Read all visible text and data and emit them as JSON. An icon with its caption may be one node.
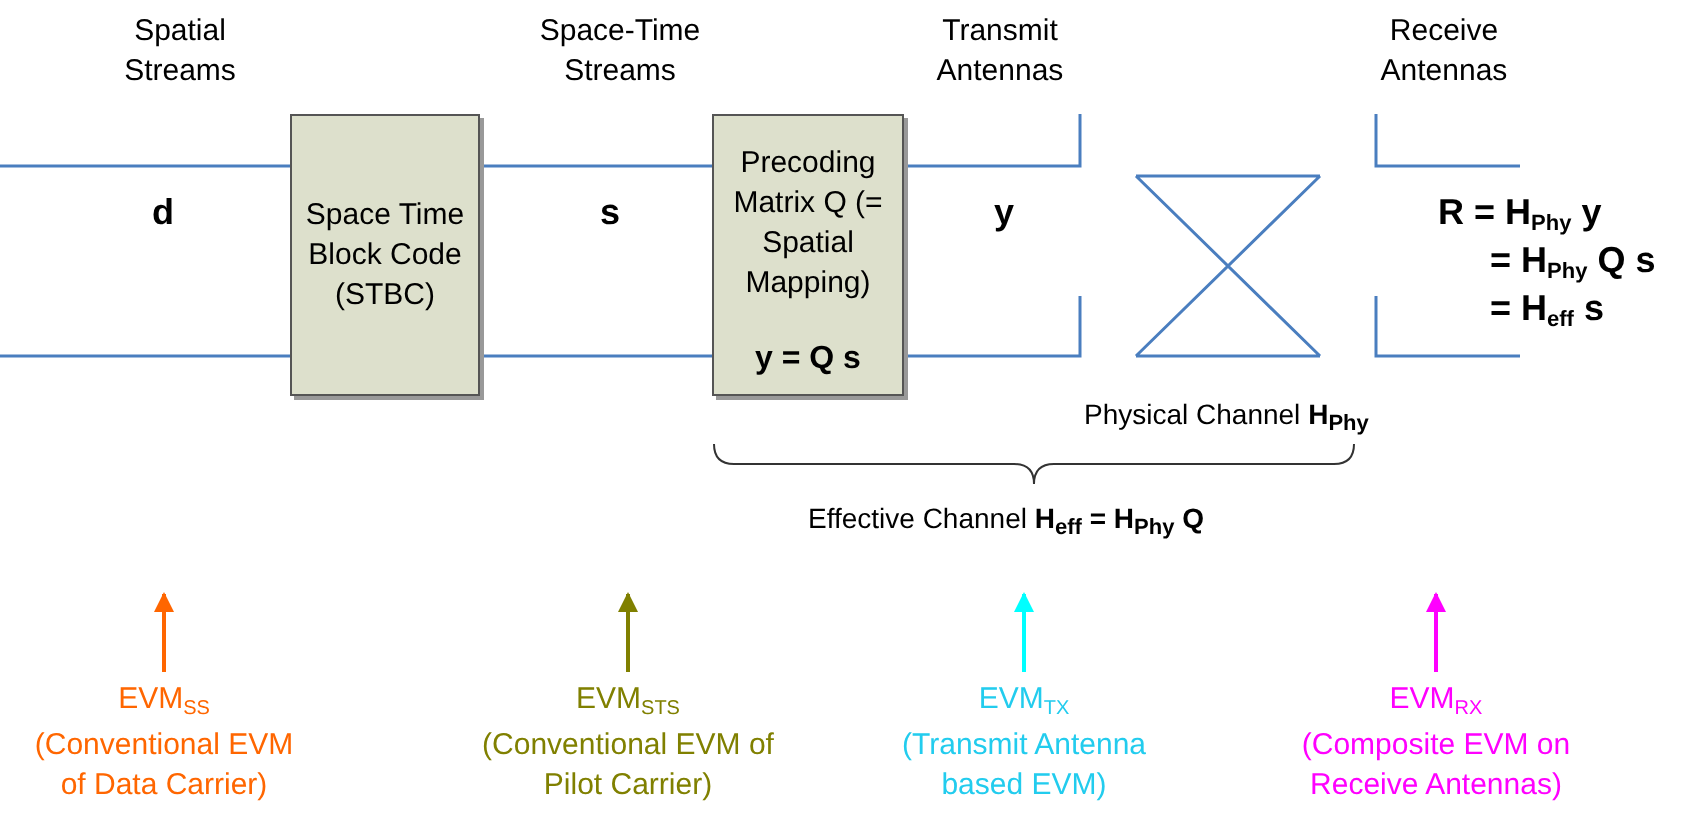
{
  "diagram": {
    "nodes": [
      {
        "text": [
          "Space Time Block Code (STBC)"
        ]
      },
      {
        "text": [
          "Precoding Matrix Q (= Spatial Mapping)",
          "y = Q s"
        ]
      },
      {
        "text": [
          "EVM$_{SS}$",
          "(Conventional EVM of Data Carrier)"
        ]
      },
      {
        "text": [
          "EVM$_{STS}$",
          "(Conventional EVM of Pilot Carrier)"
        ]
      },
      {
        "text": [
          "EVM$_{TX}$",
          "(Transmit Antenna based EVM)"
        ]
      },
      {
        "text": [
          "EVM$_{RX}$",
          "(Composite EVM on Receive Antennas)"
        ]
      }
    ],
    "edges": [
      {
        "from": null,
        "to": 0,
        "arrow": "none"
      },
      {
        "from": null,
        "to": 0,
        "arrow": "none"
      },
      {
        "from": 0,
        "to": 1,
        "arrow": "none"
      },
      {
        "from": 0,
        "to": 1,
        "arrow": "none"
      },
      {
        "from": 1,
        "to": null,
        "arrow": "none"
      },
      {
        "from": 1,
        "to": null,
        "arrow": "none"
      },
      {
        "from": 2,
        "to": null,
        "arrow": "to",
        "color": "#ff6600"
      },
      {
        "from": 3,
        "to": null,
        "arrow": "to",
        "color": "#808000"
      },
      {
        "from": 4,
        "to": null,
        "arrow": "to",
        "color": "#00ffff"
      },
      {
        "from": 5,
        "to": null,
        "arrow": "to",
        "color": "#ff00ff"
      }
    ],
    "labels": [
      "Spatial Streams",
      "Space-Time Streams",
      "Transmit Antennas",
      "Receive Antennas",
      "d",
      "s",
      "y",
      "R = H$_{Phy}$ y",
      "= H$_{Phy}$ Q s",
      "= H$_{eff}$ s",
      "Physical Channel **H$_{Phy}$**",
      "Effective Channel **H$_{eff}$ = H$_{Phy}$ Q**"
    ]
  }
}
